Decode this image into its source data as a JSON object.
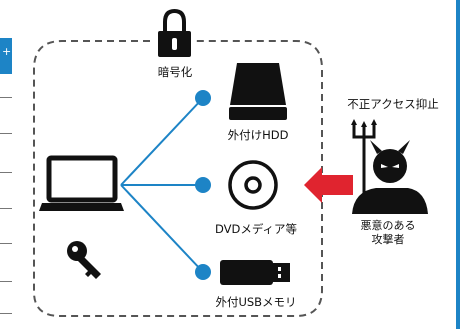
{
  "diagram": {
    "encryption_label": "暗号化",
    "devices": [
      {
        "label": "外付けHDD",
        "icon": "hdd-icon"
      },
      {
        "label": "DVDメディア等",
        "icon": "dvd-icon"
      },
      {
        "label": "外付USBメモリ",
        "icon": "usb-drive-icon"
      }
    ],
    "prevent_label": "不正アクセス抑止",
    "attacker_label_line1": "悪意のある",
    "attacker_label_line2": "攻撃者",
    "left_tab_glyph": "+"
  },
  "colors": {
    "accent_blue": "#1d84c6",
    "alert_red": "#e0242f",
    "icon_black": "#111111",
    "dash_gray": "#555555"
  }
}
